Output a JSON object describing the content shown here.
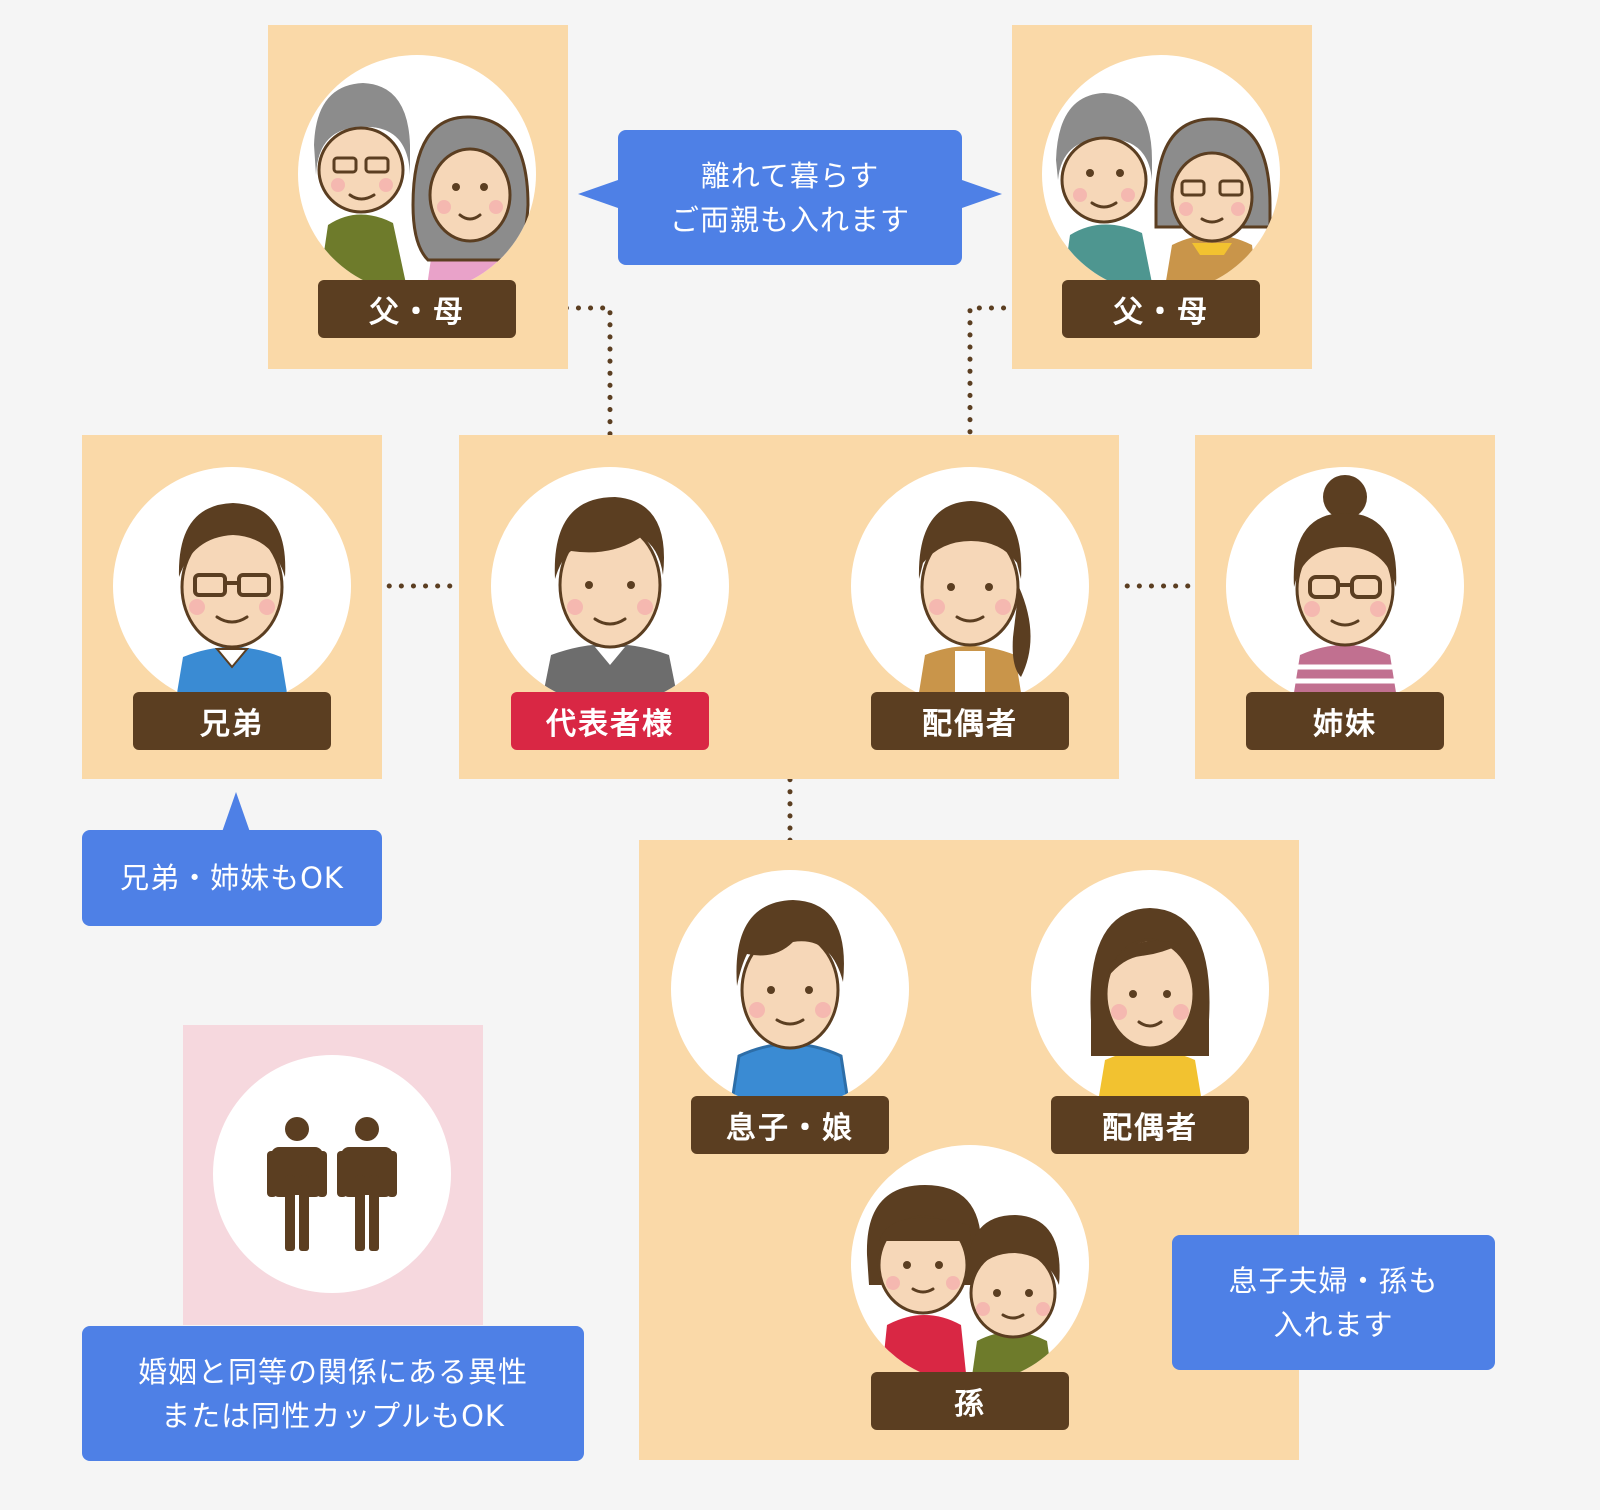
{
  "labels": {
    "parents_left": "父・母",
    "parents_right": "父・母",
    "brother": "兄弟",
    "representative": "代表者様",
    "spouse": "配偶者",
    "sister": "姉妹",
    "son_daughter": "息子・娘",
    "child_spouse": "配偶者",
    "grandchild": "孫"
  },
  "bubbles": {
    "parents": [
      "離れて暮らす",
      "ご両親も入れます"
    ],
    "siblings": [
      "兄弟・姉妹もOK"
    ],
    "grandchildren": [
      "息子夫婦・孫も",
      "入れます"
    ],
    "partnership": [
      "婚姻と同等の関係にある異性",
      "または同性カップルもOK"
    ]
  },
  "icons": {
    "partnership": "two-persons-icon"
  },
  "colors": {
    "background": "#f5f5f5",
    "panel": "#fad9a8",
    "panel_pink": "#f6d8de",
    "label": "#5b3e21",
    "label_representative": "#d92744",
    "bubble": "#4e80e6",
    "connector": "#5b3e21"
  }
}
